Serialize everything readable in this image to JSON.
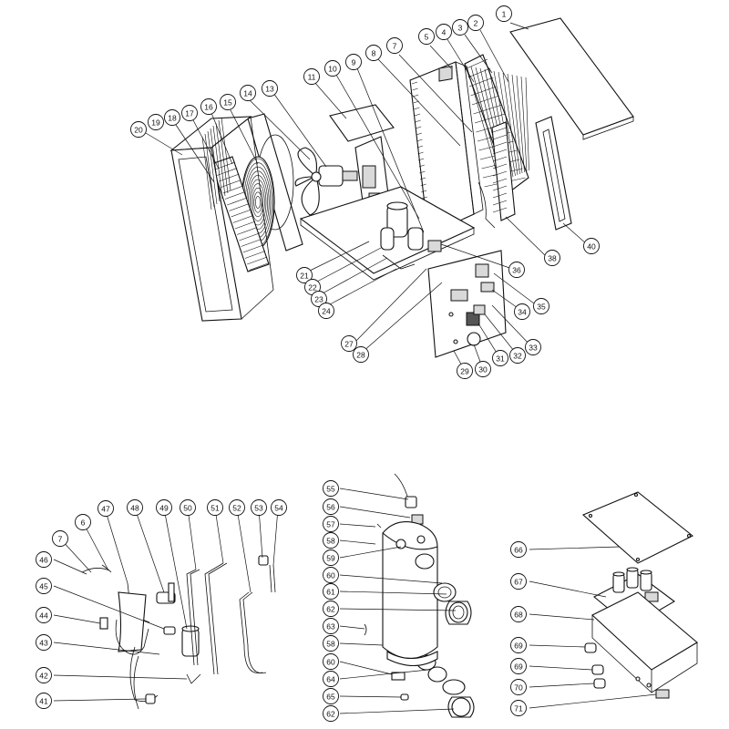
{
  "diagram": {
    "callouts": {
      "c1": "1",
      "c2": "2",
      "c3": "3",
      "c4": "4",
      "c5": "5",
      "c6": "6",
      "c7": "7",
      "c8": "8",
      "c9": "9",
      "c10": "10",
      "c11": "11",
      "c13": "13",
      "c14": "14",
      "c15": "15",
      "c16": "16",
      "c17": "17",
      "c18": "18",
      "c19": "19",
      "c20": "20",
      "c21": "21",
      "c22": "22",
      "c23": "23",
      "c24": "24",
      "c27": "27",
      "c28": "28",
      "c29": "29",
      "c30": "30",
      "c31": "31",
      "c32": "32",
      "c33": "33",
      "c34": "34",
      "c35": "35",
      "c36": "36",
      "c38": "38",
      "c40": "40",
      "c41": "41",
      "c42": "42",
      "c43": "43",
      "c44": "44",
      "c45": "45",
      "c46": "46",
      "c47": "47",
      "c48": "48",
      "c49": "49",
      "c50": "50",
      "c51": "51",
      "c52": "52",
      "c53": "53",
      "c54": "54",
      "c6b": "6",
      "c7b": "7",
      "c55": "55",
      "c56": "56",
      "c57": "57",
      "c58": "58",
      "c59": "59",
      "c60": "60",
      "c61": "61",
      "c62": "62",
      "c63": "63",
      "c58b": "58",
      "c60b": "60",
      "c64": "64",
      "c65": "65",
      "c62b": "62",
      "c66": "66",
      "c67": "67",
      "c68": "68",
      "c69": "69",
      "c69b": "69",
      "c70": "70",
      "c71": "71"
    }
  }
}
